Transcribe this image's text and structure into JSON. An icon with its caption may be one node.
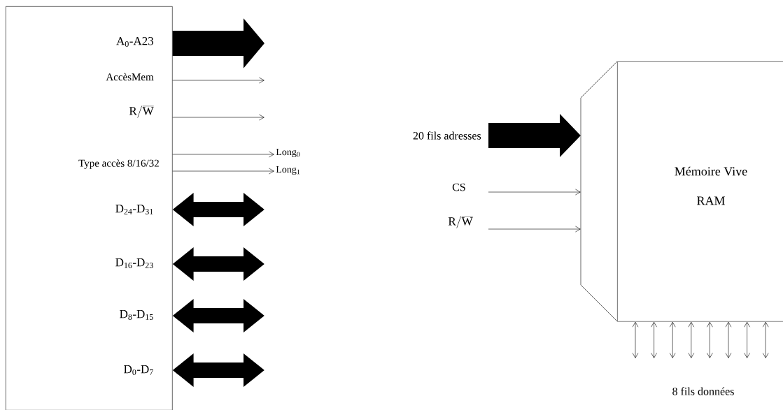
{
  "diagram": {
    "nodes": [
      {
        "text": [],
        "shape": "box"
      },
      {
        "text": [
          "A$_{0}$-A23"
        ],
        "in": 0
      },
      {
        "text": [
          "AccèsMem"
        ],
        "in": 0
      },
      {
        "text": [
          "\\mathrm{R/\\overline{W}}"
        ],
        "in": 0
      },
      {
        "text": [
          "Type accès  8/16/32"
        ],
        "in": 0
      },
      {
        "text": [
          "D$_{24}$-D$_{31}$"
        ],
        "in": 0
      },
      {
        "text": [
          "D$_{16}$-D$_{23}$"
        ],
        "in": 0
      },
      {
        "text": [
          "D$_{8}$-D$_{15}$"
        ],
        "in": 0
      },
      {
        "text": [
          "D$_{0}$-D$_{7}$"
        ],
        "in": 0
      },
      {
        "text": [
          "Long$_{0}$"
        ]
      },
      {
        "text": [
          "Long$_{1}$"
        ]
      },
      {
        "text": [],
        "shape": "trapezoid"
      },
      {
        "text": [
          "Mémoire Vive",
          "RAM"
        ]
      },
      {
        "text": [
          "20 fils adresses"
        ]
      },
      {
        "text": [
          "CS"
        ]
      },
      {
        "text": [
          "\\mathrm{R/\\overline{W}}"
        ]
      }
    ],
    "edges": [
      {
        "from": 0,
        "to": null,
        "arrow": "to",
        "style": "thick"
      },
      {
        "from": 0,
        "to": null,
        "arrow": "to"
      },
      {
        "from": 0,
        "to": null,
        "arrow": "to"
      },
      {
        "from": 0,
        "to": 9,
        "arrow": "to"
      },
      {
        "from": 0,
        "to": 10,
        "arrow": "to"
      },
      {
        "from": 0,
        "to": null,
        "arrow": "both",
        "style": "thick"
      },
      {
        "from": 0,
        "to": null,
        "arrow": "both",
        "style": "thick"
      },
      {
        "from": 0,
        "to": null,
        "arrow": "both",
        "style": "thick"
      },
      {
        "from": 0,
        "to": null,
        "arrow": "both",
        "style": "thick"
      },
      {
        "from": 13,
        "to": 11,
        "arrow": "to",
        "style": "thick"
      },
      {
        "from": 14,
        "to": 11,
        "arrow": "to"
      },
      {
        "from": 15,
        "to": 11,
        "arrow": "to"
      },
      {
        "from": 12,
        "to": null,
        "arrow": "both"
      },
      {
        "from": 12,
        "to": null,
        "arrow": "both"
      },
      {
        "from": 12,
        "to": null,
        "arrow": "both"
      },
      {
        "from": 12,
        "to": null,
        "arrow": "both"
      },
      {
        "from": 12,
        "to": null,
        "arrow": "both"
      },
      {
        "from": 12,
        "to": null,
        "arrow": "both"
      },
      {
        "from": 12,
        "to": null,
        "arrow": "both"
      },
      {
        "from": 12,
        "to": null,
        "arrow": "both"
      }
    ],
    "labels": [
      "8 fils données"
    ]
  }
}
